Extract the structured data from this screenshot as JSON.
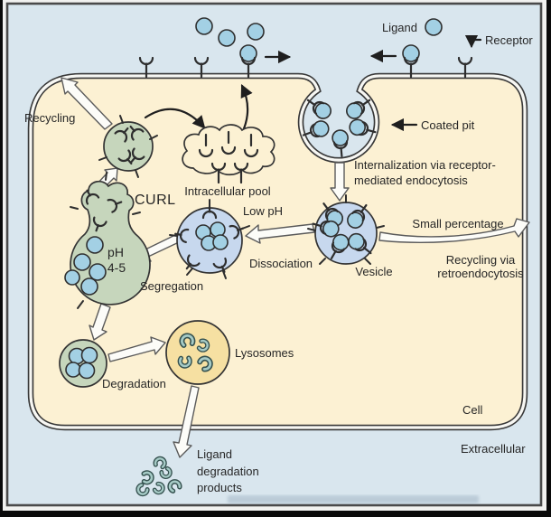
{
  "diagram": {
    "labels": {
      "ligand": "Ligand",
      "receptor": "Receptor",
      "coated_pit": "Coated pit",
      "internalization_line1": "Internalization via receptor-",
      "internalization_line2": "mediated endocytosis",
      "recycling": "Recycling",
      "curl": "CURL",
      "intracellular_pool": "Intracellular pool",
      "low_ph": "Low pH",
      "dissociation": "Dissociation",
      "vesicle": "Vesicle",
      "small_percentage": "Small percentage",
      "recycling_retro_line1": "Recycling via",
      "recycling_retro_line2": "retroendocytosis",
      "segregation": "Segregation",
      "ph_line1": "pH",
      "ph_line2": "4-5",
      "degradation": "Degradation",
      "lysosomes": "Lysosomes",
      "products_line1": "Ligand",
      "products_line2": "degradation",
      "products_line3": "products",
      "cell": "Cell",
      "extracellular": "Extracellular"
    },
    "colors": {
      "extracellular_bg": "#d9e6ee",
      "cell_bg": "#fcf1d3",
      "ligand_fill": "#a3d0e4",
      "vesicle_fill": "#c7d8ee",
      "green_vesicle_fill": "#c6d6bc",
      "lysosome_fill": "#f6e0a2",
      "outline": "#343434",
      "frame": "#4a4a4a"
    }
  }
}
